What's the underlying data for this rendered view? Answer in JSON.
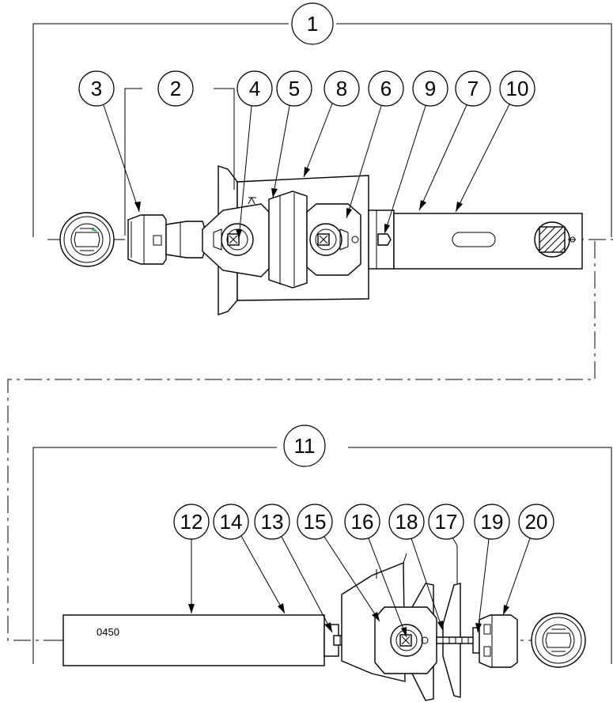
{
  "assemblies": [
    {
      "id": "assembly-1",
      "label": "1"
    },
    {
      "id": "assembly-11",
      "label": "11"
    }
  ],
  "callouts_top": [
    {
      "key": "c3",
      "label": "3"
    },
    {
      "key": "c2",
      "label": "2"
    },
    {
      "key": "c4",
      "label": "4"
    },
    {
      "key": "c5",
      "label": "5"
    },
    {
      "key": "c8",
      "label": "8"
    },
    {
      "key": "c6",
      "label": "6"
    },
    {
      "key": "c9",
      "label": "9"
    },
    {
      "key": "c7",
      "label": "7"
    },
    {
      "key": "c10",
      "label": "10"
    }
  ],
  "callouts_bottom": [
    {
      "key": "c12",
      "label": "12"
    },
    {
      "key": "c14",
      "label": "14"
    },
    {
      "key": "c13",
      "label": "13"
    },
    {
      "key": "c15",
      "label": "15"
    },
    {
      "key": "c16",
      "label": "16"
    },
    {
      "key": "c18",
      "label": "18"
    },
    {
      "key": "c17",
      "label": "17"
    },
    {
      "key": "c19",
      "label": "19"
    },
    {
      "key": "c20",
      "label": "20"
    }
  ],
  "tube_marking": "0450",
  "accent_color": "#2bb24c"
}
